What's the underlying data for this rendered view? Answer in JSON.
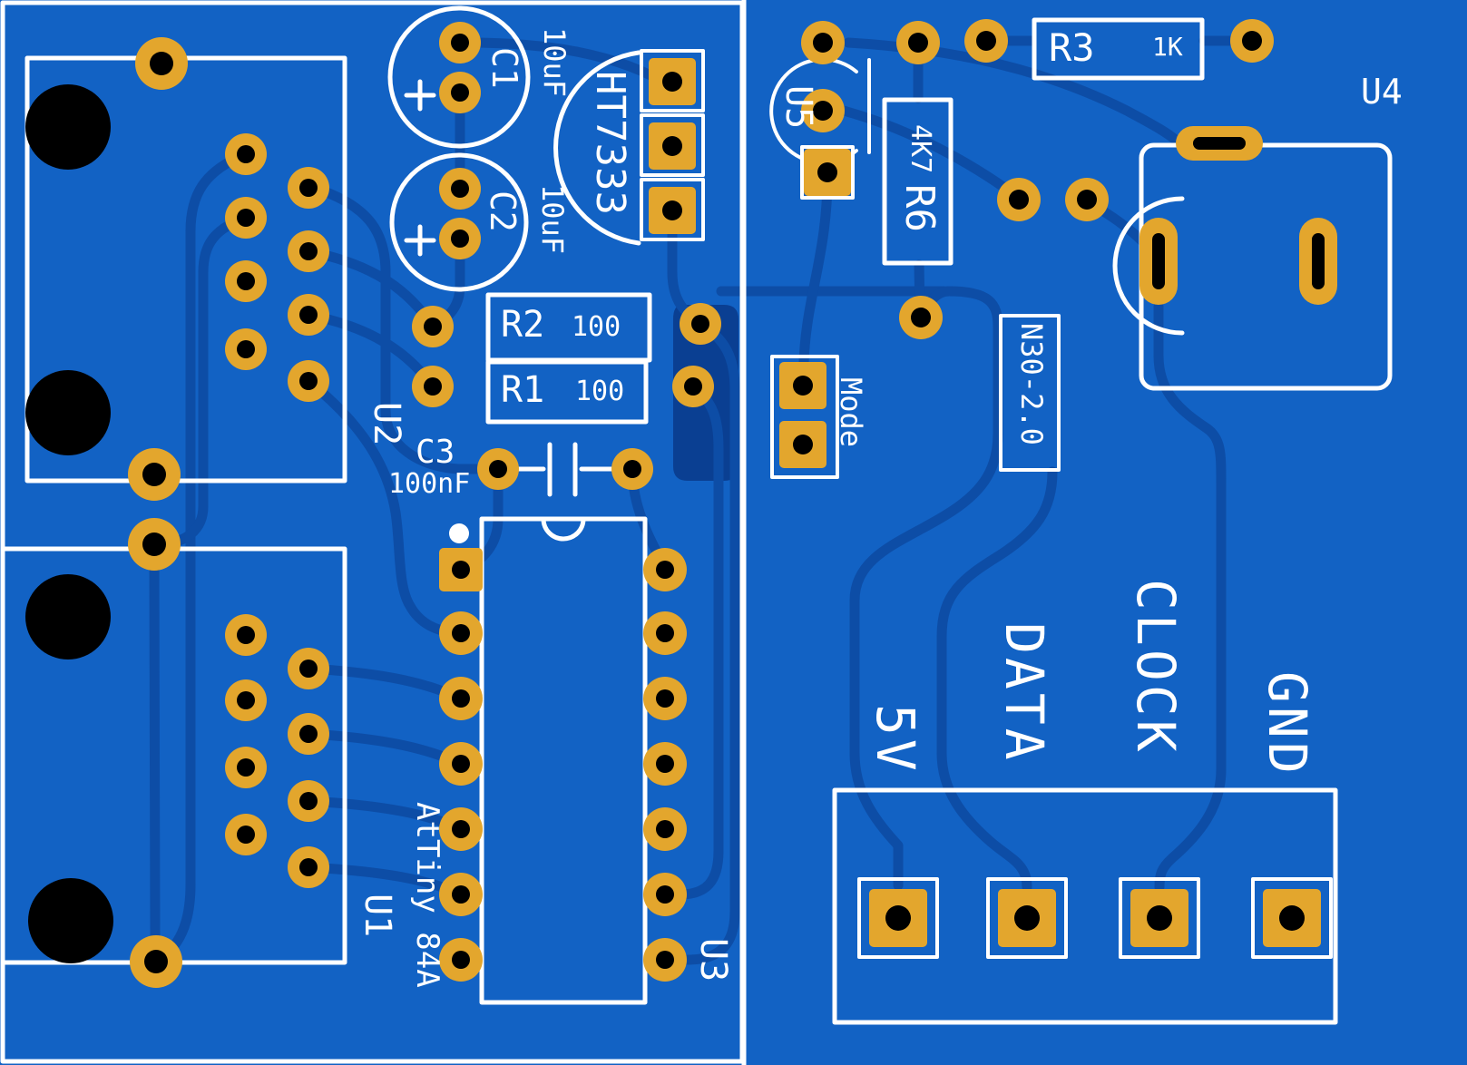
{
  "colors": {
    "board": "#1262c4",
    "trace": "#0d4da6",
    "zone": "#0a3f92",
    "gold": "#e3a62d",
    "hole": "#000000",
    "silk": "#ffffff"
  },
  "labels": {
    "c1_ref": "C1",
    "c1_val": "10uF",
    "c2_ref": "C2",
    "c2_val": "10uF",
    "c3_ref": "C3",
    "c3_val": "100nF",
    "r1_ref": "R1",
    "r1_val": "100",
    "r2_ref": "R2",
    "r2_val": "100",
    "r3_ref": "R3",
    "r3_val": "1K",
    "r6_ref": "R6",
    "r6_val": "4K7",
    "u1_ref": "U1",
    "u1_val": "AtTiny 84A",
    "u2_ref": "U2",
    "u3_ref": "U3",
    "u4_ref": "U4",
    "u5_ref": "U5",
    "regulator_ref": "HT7333",
    "mode_header": "Mode",
    "motor_ref": "N30-2.0",
    "pins": [
      "5V",
      "DATA",
      "CLOCK",
      "GND"
    ]
  }
}
